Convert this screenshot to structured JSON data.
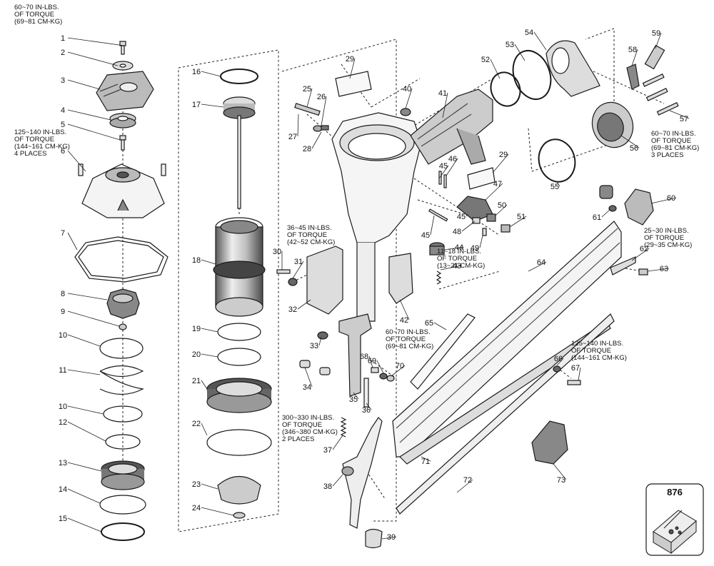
{
  "title": "",
  "part_numbers": [
    "1",
    "2",
    "3",
    "4",
    "5",
    "6",
    "7",
    "8",
    "9",
    "10",
    "11",
    "10",
    "12",
    "13",
    "14",
    "15",
    "16",
    "17",
    "18",
    "19",
    "20",
    "21",
    "22",
    "23",
    "24",
    "25",
    "26",
    "27",
    "28",
    "29",
    "29",
    "30",
    "31",
    "32",
    "33",
    "34",
    "35",
    "36",
    "37",
    "38",
    "39",
    "40",
    "41",
    "42",
    "43",
    "44",
    "45",
    "45",
    "45",
    "46",
    "47",
    "48",
    "49",
    "50",
    "51",
    "52",
    "53",
    "54",
    "55",
    "56",
    "57",
    "58",
    "59",
    "60",
    "61",
    "62",
    "63",
    "64",
    "65",
    "66",
    "67",
    "68",
    "69",
    "70",
    "71",
    "72",
    "73"
  ],
  "torque_notes": [
    [
      "60~70 IN-LBS.",
      "OF TORQUE",
      "(69~81 CM-KG)"
    ],
    [
      "125~140 IN-LBS.",
      "OF TORQUE",
      "(144~161 CM-KG)",
      "4 PLACES"
    ],
    [
      "36~45 IN-LBS.",
      "OF TORQUE",
      "(42~52 CM-KG)"
    ],
    [
      "11~18 IN-LBS.",
      "OF TORQUE",
      "(13~21 CM-KG)"
    ],
    [
      "60~70 IN-LBS.",
      "OF TORQUE",
      "(69~81 CM-KG)"
    ],
    [
      "300~330 IN-LBS.",
      "OF TORQUE",
      "(346~380 CM-KG)",
      "2 PLACES"
    ],
    [
      "60~70 IN-LBS.",
      "OF TORQUE",
      "(69~81 CM-KG)",
      "3 PLACES"
    ],
    [
      "25~30 IN-LBS.",
      "OF TORQUE",
      "(29~35 CM-KG)"
    ],
    [
      "125~140 IN-LBS.",
      "OF TORQUE",
      "(144~161 CM-KG)"
    ]
  ],
  "kit": {
    "number": "876"
  },
  "colors": {
    "line": "#1a1a1a",
    "part_fill": "#ffffff",
    "shade": "#9a9a9a",
    "dark": "#3a3a3a"
  }
}
